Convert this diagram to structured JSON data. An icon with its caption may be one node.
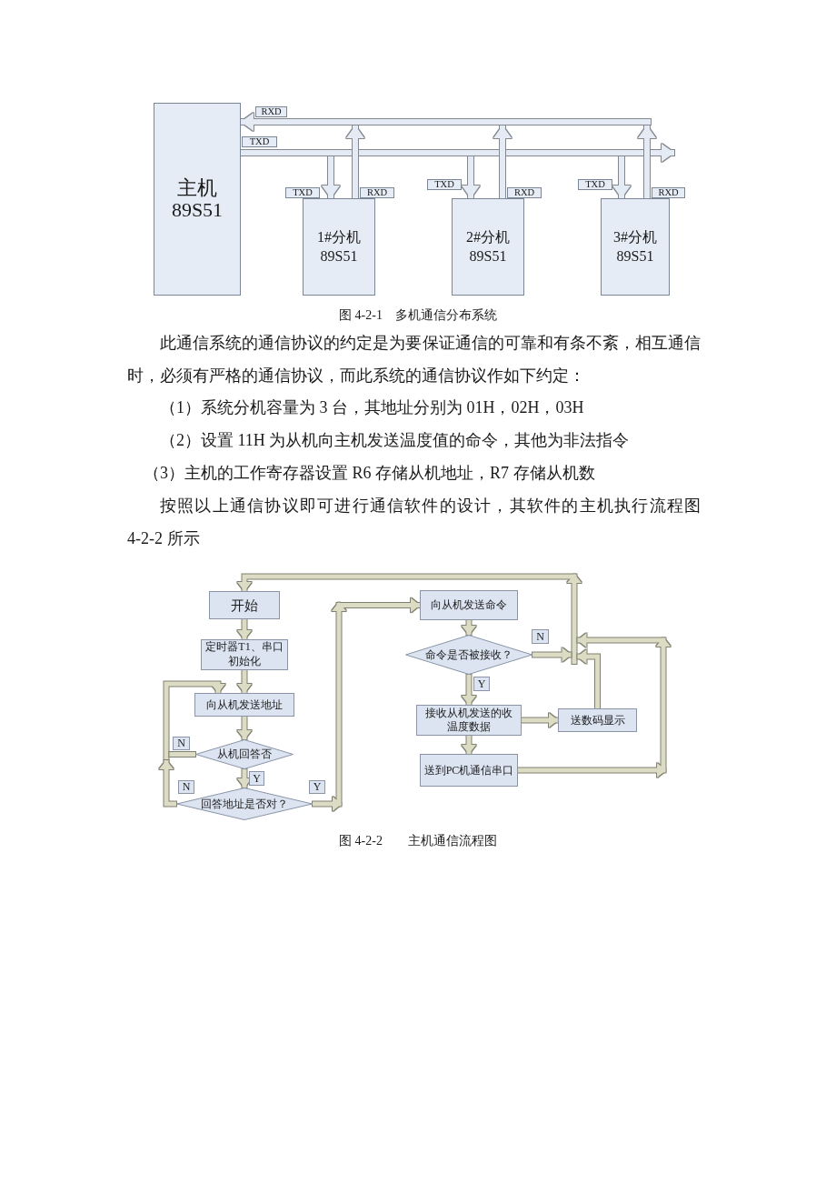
{
  "diagram": {
    "nodes": [
      {
        "text": [
          "主机 89S51"
        ]
      },
      {
        "text": [
          "1#分机 89S51"
        ]
      },
      {
        "text": [
          "2#分机 89S51"
        ]
      },
      {
        "text": [
          "3#分机 89S51"
        ]
      },
      {
        "text": [
          "开始"
        ]
      },
      {
        "text": [
          "定时器T1、串口初始化"
        ]
      },
      {
        "text": [
          "向从机发送地址"
        ]
      },
      {
        "text": [
          "从机回答否"
        ]
      },
      {
        "text": [
          "回答地址是否对？"
        ]
      },
      {
        "text": [
          "向从机发送命令"
        ]
      },
      {
        "text": [
          "命令是否被接收？"
        ]
      },
      {
        "text": [
          "接收从机发送的收温度数据"
        ]
      },
      {
        "text": [
          "送数码显示"
        ]
      },
      {
        "text": [
          "送到PC机通信串口"
        ]
      }
    ],
    "edges": [
      {
        "from": 0,
        "to": 1,
        "arrow": "to",
        "color": "#e4ebf5"
      },
      {
        "from": 0,
        "to": 2,
        "arrow": "to",
        "color": "#e4ebf5"
      },
      {
        "from": 0,
        "to": 3,
        "arrow": "to",
        "color": "#e4ebf5"
      },
      {
        "from": 0,
        "to": null,
        "arrow": "to",
        "color": "#e4ebf5"
      },
      {
        "from": 1,
        "to": 0,
        "arrow": "to",
        "color": "#e4ebf5"
      },
      {
        "from": 2,
        "to": 0,
        "arrow": "to",
        "color": "#e4ebf5"
      },
      {
        "from": 3,
        "to": 0,
        "arrow": "to",
        "color": "#e4ebf5"
      },
      {
        "from": 4,
        "to": 5,
        "arrow": "to"
      },
      {
        "from": 5,
        "to": 6,
        "arrow": "to"
      },
      {
        "from": 6,
        "to": 7,
        "arrow": "to"
      },
      {
        "from": 7,
        "to": 6,
        "arrow": "to",
        "label": "N"
      },
      {
        "from": 7,
        "to": 8,
        "arrow": "to",
        "label": "Y"
      },
      {
        "from": 8,
        "to": 6,
        "arrow": "to",
        "label": "N"
      },
      {
        "from": 8,
        "to": 9,
        "arrow": "to",
        "label": "Y"
      },
      {
        "from": 9,
        "to": 10,
        "arrow": "to"
      },
      {
        "from": 10,
        "to": 4,
        "arrow": "to",
        "label": "N"
      },
      {
        "from": 10,
        "to": 11,
        "arrow": "to",
        "label": "Y"
      },
      {
        "from": 11,
        "to": 12,
        "arrow": "to"
      },
      {
        "from": 11,
        "to": 13,
        "arrow": "to"
      },
      {
        "from": 12,
        "to": 4,
        "arrow": "to"
      },
      {
        "from": 13,
        "to": 4,
        "arrow": "to"
      }
    ],
    "labels": [
      "RXD",
      "TXD",
      "TXD",
      "RXD",
      "TXD",
      "RXD",
      "TXD",
      "RXD",
      "图 4-2-1　多机通信分布系统",
      "此通信系统的通信协议的约定是为要保证通信的可靠和有条不紊，相互通信时，必须有严格的通信协议，而此系统的通信协议作如下约定：",
      "（1）系统分机容量为 3 台，其地址分别为 01H，02H，03H",
      "（2）设置 11H 为从机向主机发送温度值的命令，其他为非法指令",
      "（3）主机的工作寄存器设置 R6 存储从机地址，R7 存储从机数",
      "按照以上通信协议即可进行通信软件的设计，其软件的主机执行流程图4-2-2 所示",
      "图 4-2-2　　主机通信流程图"
    ]
  }
}
